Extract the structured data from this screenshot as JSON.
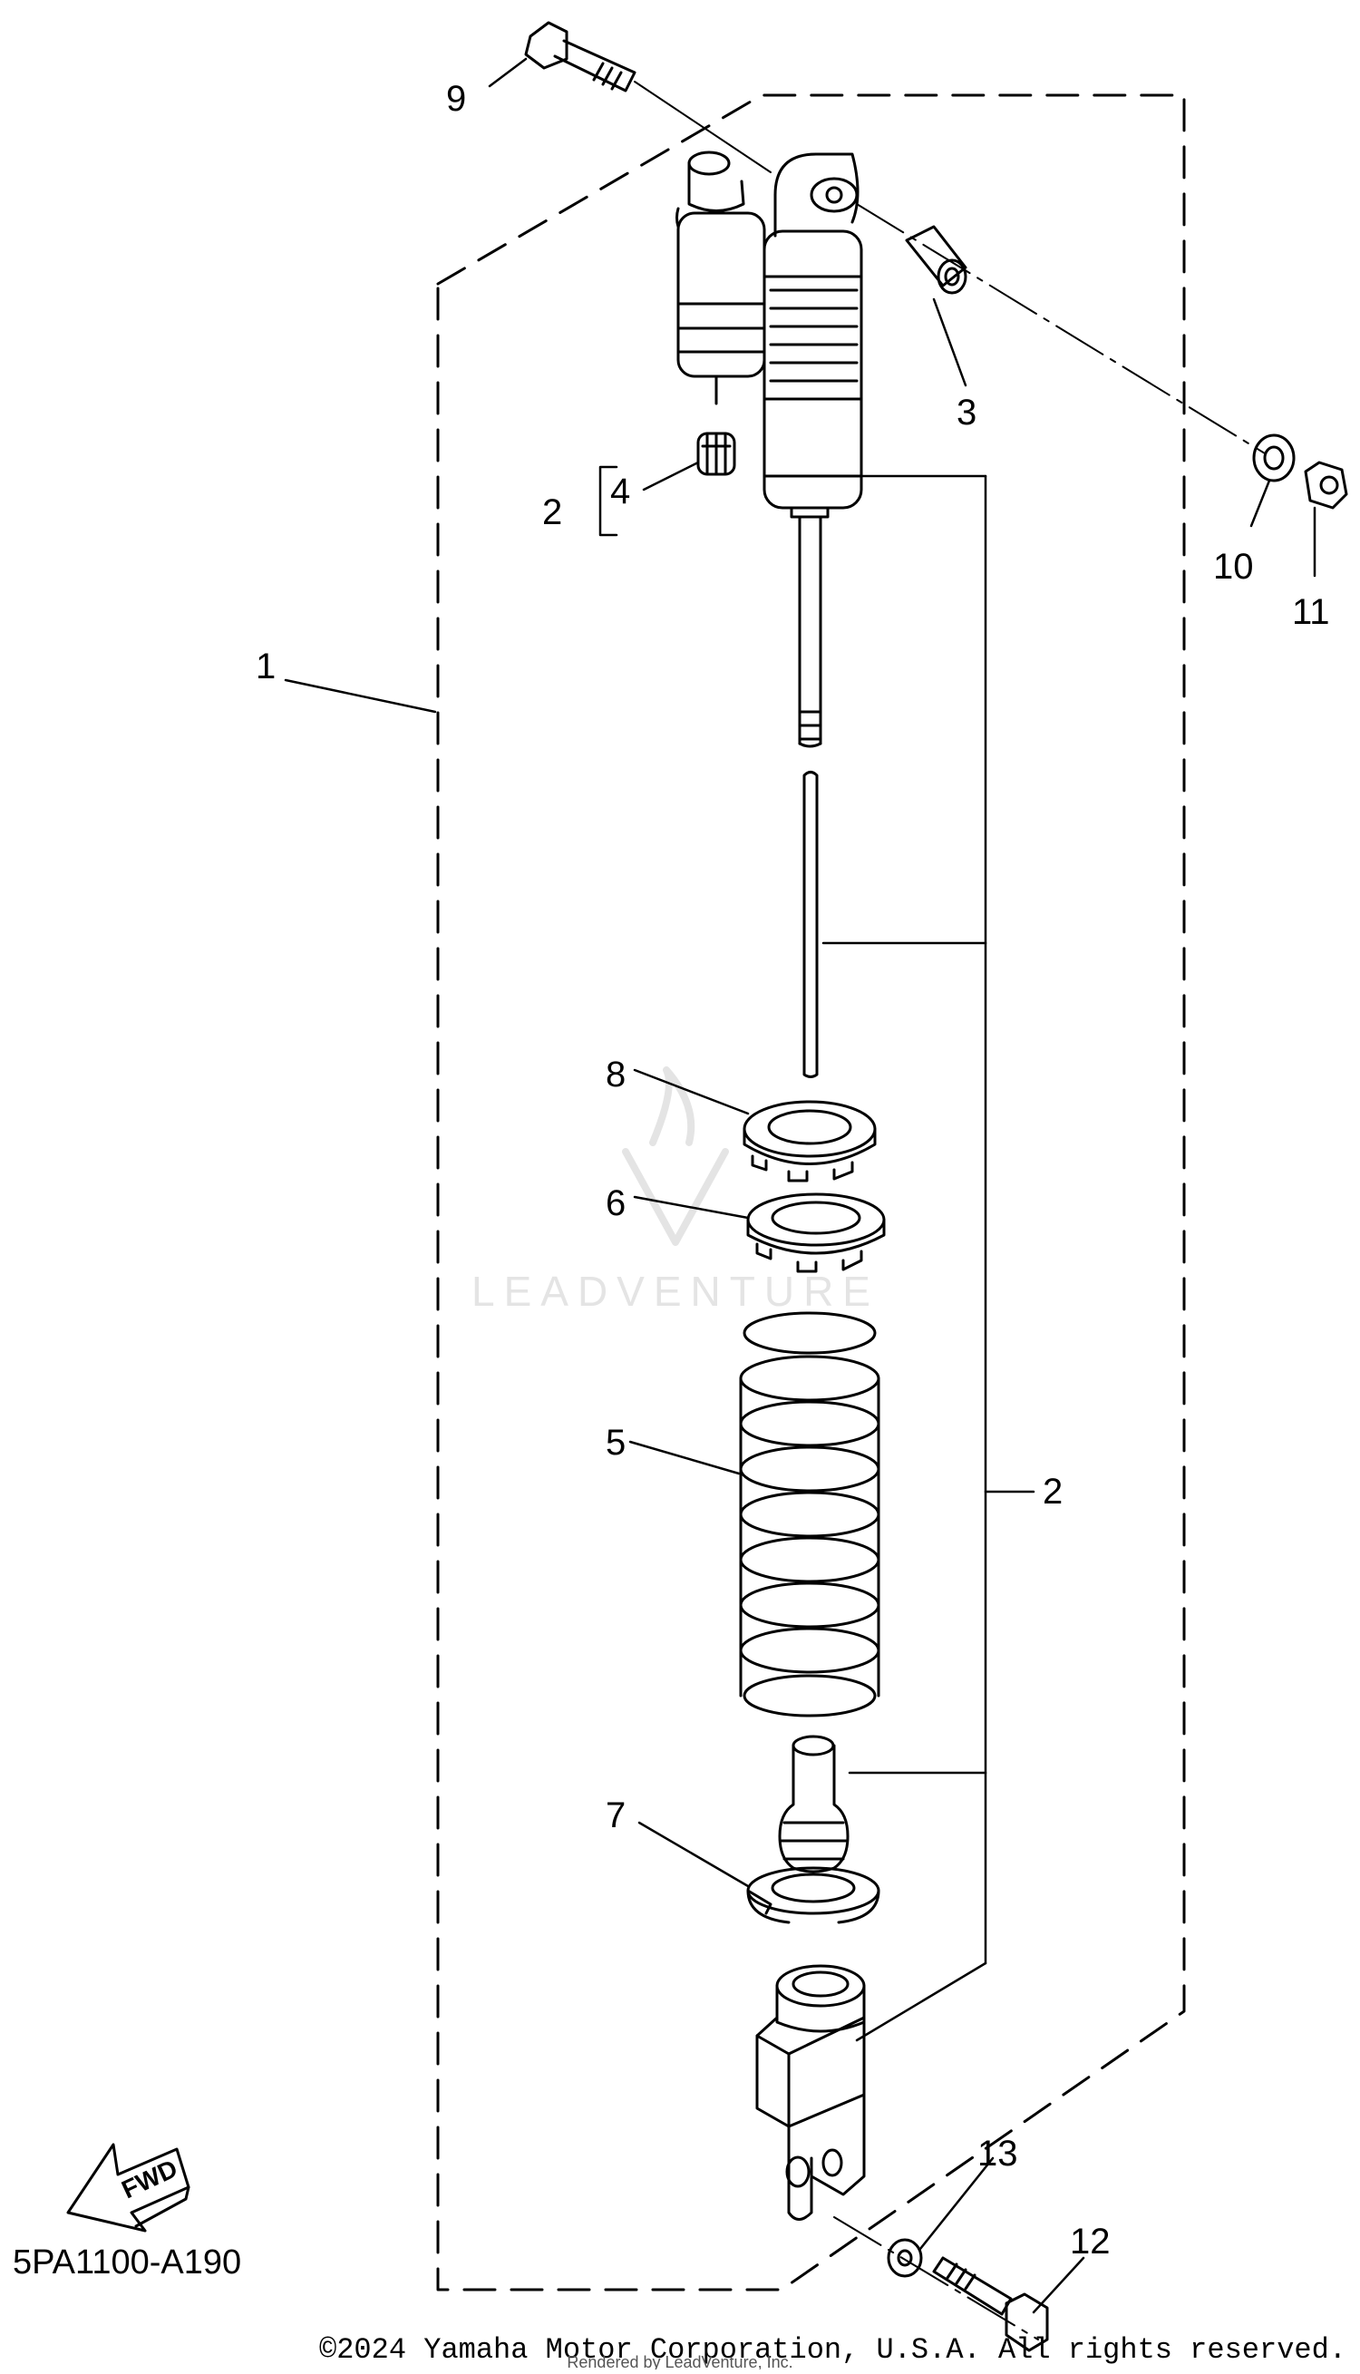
{
  "diagram": {
    "code": "5PA1100-A190",
    "copyright": "©2024 Yamaha Motor Corporation, U.S.A. All rights reserved.",
    "rendered_by": "Rendered by LeadVenture, Inc.",
    "watermark": "LEADVENTURE",
    "fwd_label": "FWD",
    "colors": {
      "line": "#000000",
      "watermark": "#e6e6e6",
      "background": "#ffffff"
    }
  },
  "callouts": {
    "c1": "1",
    "c2a": "2",
    "c2b": "2",
    "c3": "3",
    "c4": "4",
    "c5": "5",
    "c6": "6",
    "c7": "7",
    "c8": "8",
    "c9": "9",
    "c10": "10",
    "c11": "11",
    "c12": "12",
    "c13": "13"
  }
}
